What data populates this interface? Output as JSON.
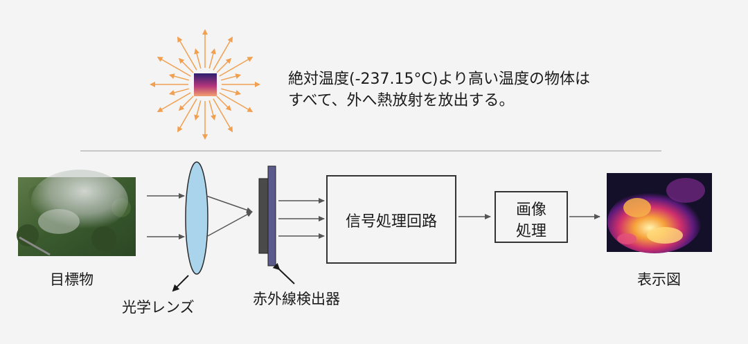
{
  "statement": {
    "line1": "絶対温度(-237.15°C)より高い温度の物体は",
    "line2": "すべて、外へ熱放射を放出する。"
  },
  "labels": {
    "target": "目標物",
    "lens": "光学レンズ",
    "detector": "赤外線検出器",
    "display": "表示図"
  },
  "boxes": {
    "signal": "信号処理回路",
    "image_line1": "画像",
    "image_line2": "処理"
  },
  "colors": {
    "background": "#f4f4f4",
    "ray": "#f0a050",
    "lens_fill": "#a9d4ec",
    "detector_dark": "#4a4a4a",
    "detector_blue": "#5a5a8c",
    "arrow": "#555555",
    "box_stroke": "#333333"
  },
  "icons": {
    "radiating_source": "heat-radiation-icon",
    "target_photo": "forest-fire-photo",
    "thermal_image": "thermal-image-icon"
  }
}
